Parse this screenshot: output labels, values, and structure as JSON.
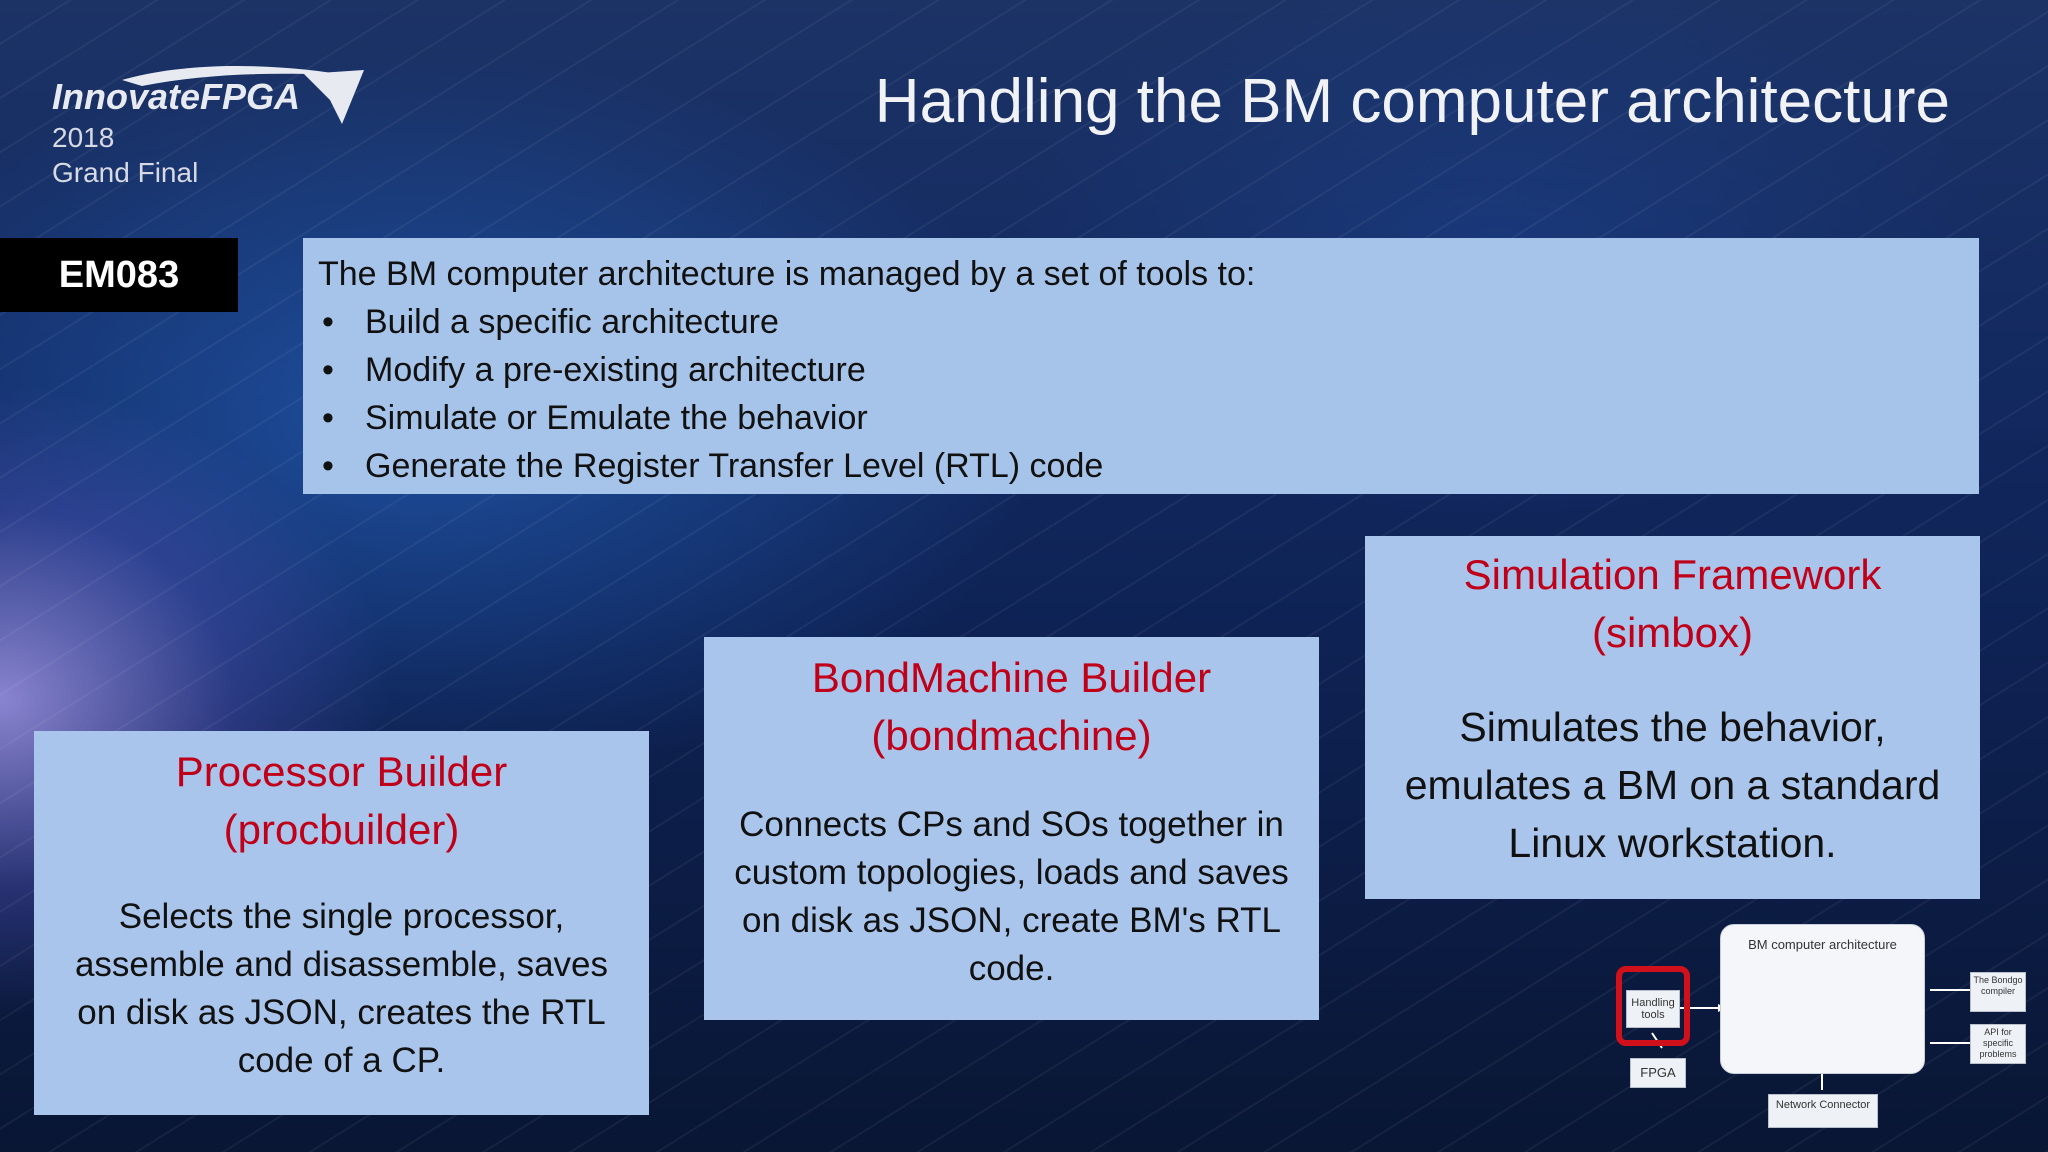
{
  "logo": {
    "brand": "InnovateFPGA",
    "year": "2018",
    "event": "Grand Final"
  },
  "badge": "EM083",
  "title": "Handling the BM computer architecture",
  "intro": {
    "lead": "The BM computer architecture is managed by a set of tools to:",
    "bullets": [
      "Build a specific architecture",
      "Modify a pre-existing architecture",
      "Simulate or Emulate the behavior",
      "Generate the Register Transfer Level (RTL) code"
    ]
  },
  "cards": [
    {
      "name": "Processor Builder",
      "cmd": "(procbuilder)",
      "desc": "Selects the single processor, assemble and disassemble, saves on disk as JSON, creates the RTL code of a CP."
    },
    {
      "name": "BondMachine Builder",
      "cmd": "(bondmachine)",
      "desc": "Connects CPs and SOs together in custom topologies, loads and saves on disk as JSON, create BM's RTL code."
    },
    {
      "name": "Simulation Framework",
      "cmd": "(simbox)",
      "desc": "Simulates the behavior, emulates a BM on a standard Linux workstation."
    }
  ],
  "diagram": {
    "main_title": "BM computer architecture",
    "handling": "Handling tools",
    "fpga": "FPGA",
    "network": "Network Connector",
    "bondgo": "The Bondgo compiler",
    "api": "API for specific problems"
  },
  "colors": {
    "box_fill": "#a9c5ec",
    "tool_name": "#c00018",
    "badge_bg": "#000000",
    "highlight": "#d0101a"
  }
}
